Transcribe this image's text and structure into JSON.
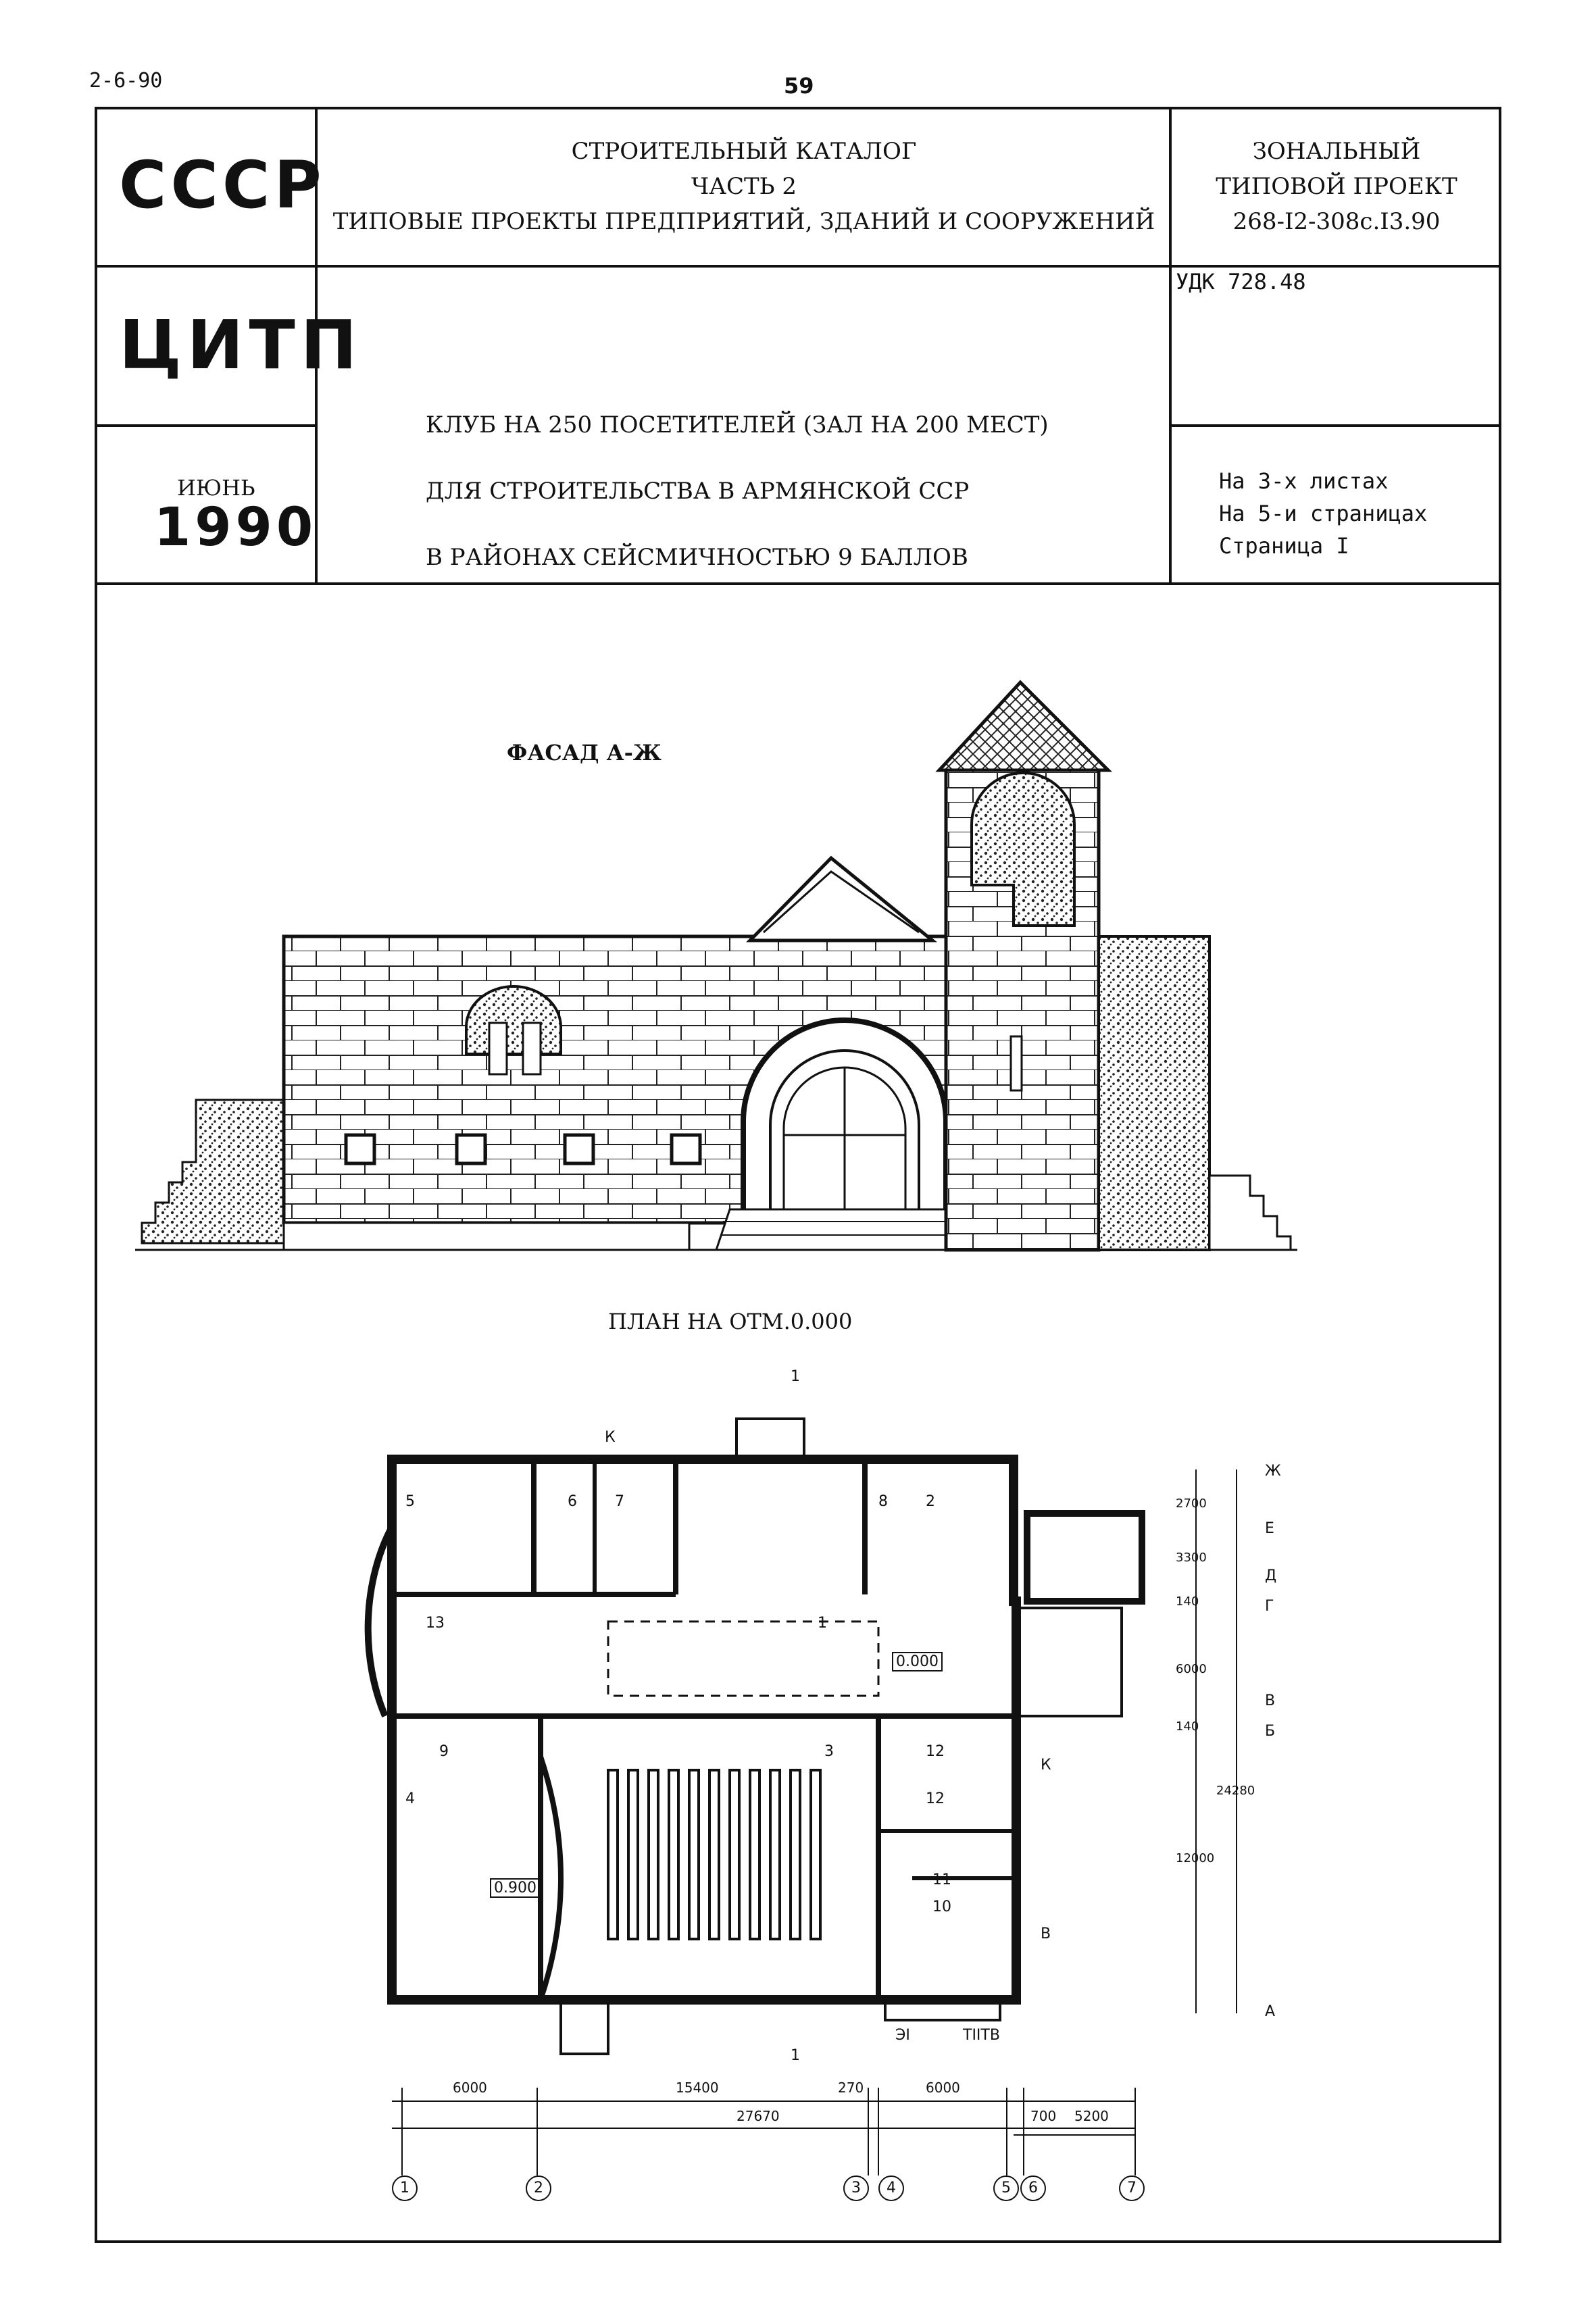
{
  "top": {
    "code": "2-6-90",
    "page_number": "59"
  },
  "stamp": {
    "country": "СССР",
    "institute": "ЦИТП",
    "month": "ИЮНЬ",
    "year": "1990"
  },
  "catalog": {
    "line1": "СТРОИТЕЛЬНЫЙ КАТАЛОГ",
    "line2": "ЧАСТЬ 2",
    "line3": "ТИПОВЫЕ ПРОЕКТЫ ПРЕДПРИЯТИЙ, ЗДАНИЙ И СООРУЖЕНИЙ"
  },
  "project": {
    "line1": "ЗОНАЛЬНЫЙ",
    "line2": "ТИПОВОЙ ПРОЕКТ",
    "line3": "268-I2-308с.I3.90"
  },
  "udk": "УДК 728.48",
  "title": {
    "line1": "КЛУБ НА 250 ПОСЕТИТЕЛЕЙ (ЗАЛ НА 200 МЕСТ)",
    "line2": "ДЛЯ СТРОИТЕЛЬСТВА В АРМЯНСКОЙ ССР",
    "line3": "В РАЙОНАХ СЕЙСМИЧНОСТЬЮ 9 БАЛЛОВ"
  },
  "sheets": {
    "line1": "На 3-х листах",
    "line2": "На 5-и страницах",
    "line3": "Страница I"
  },
  "facade": {
    "title": "ФАСАД А-Ж"
  },
  "plan": {
    "title": "ПЛАН НА ОТМ.0.000",
    "rooms": [
      "1",
      "2",
      "3",
      "4",
      "5",
      "6",
      "7",
      "8",
      "9",
      "10",
      "11",
      "12",
      "12",
      "13"
    ],
    "elevations": [
      "0.000",
      "0.900"
    ],
    "section_mark": "1",
    "entry_labels": [
      "К",
      "К",
      "В",
      "ЭI",
      "ТIIТВ"
    ],
    "axes_letters": [
      "Ж",
      "Е",
      "Д",
      "Г",
      "В",
      "Б",
      "А"
    ],
    "axes_numbers": [
      "1",
      "2",
      "3",
      "4",
      "5",
      "6",
      "7"
    ],
    "dims_right": [
      "2700",
      "3300",
      "140",
      "6000",
      "140",
      "12000",
      "24280"
    ],
    "dims_bottom_row1": [
      "6000",
      "15400",
      "270",
      "6000"
    ],
    "dims_bottom_row2": [
      "27670",
      "700",
      "5200"
    ]
  }
}
